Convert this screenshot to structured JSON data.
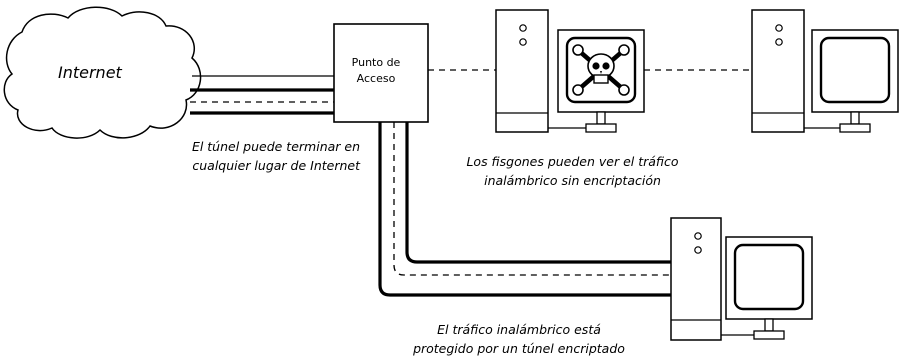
{
  "nodes": {
    "internet_label": "Internet",
    "access_point_label_1": "Punto de",
    "access_point_label_2": "Acceso"
  },
  "captions": {
    "tunnel_1": "El túnel puede terminar en",
    "tunnel_2": "cualquier lugar de Internet",
    "eavesdrop_1": "Los fisgones pueden ver el tráfico",
    "eavesdrop_2": "inalámbrico sin encriptación",
    "protected_1": "El tráfico inalámbrico está",
    "protected_2": "protegido por un túnel encriptado"
  },
  "icons": {
    "attacker_screen": "skull-crossed-wrenches-icon"
  },
  "colors": {
    "stroke": "#000000",
    "background": "#ffffff"
  }
}
